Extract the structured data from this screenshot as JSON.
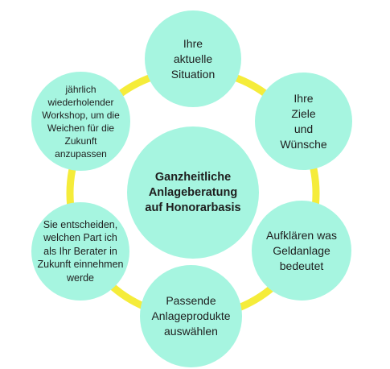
{
  "colors": {
    "node": "#a6f5e0",
    "ring": "#f5ec3a",
    "text": "#1e1e1e"
  },
  "center": {
    "label": "Ganzheitliche\nAnlageberatung\nauf Honorarbasis"
  },
  "steps": [
    {
      "label": "Ihre\naktuelle\nSituation"
    },
    {
      "label": "Ihre\nZiele\nund\nWünsche"
    },
    {
      "label": "Aufklären was\nGeldanlage\nbedeutet"
    },
    {
      "label": "Passende\nAnlageprodukte\nauswählen"
    },
    {
      "label": "Sie entscheiden,\nwelchen Part ich\nals Ihr Berater in\nZukunft einnehmen\nwerde"
    },
    {
      "label": "jährlich\nwiederholender\nWorkshop, um die\nWeichen für die\nZukunft\nanzupassen"
    }
  ]
}
